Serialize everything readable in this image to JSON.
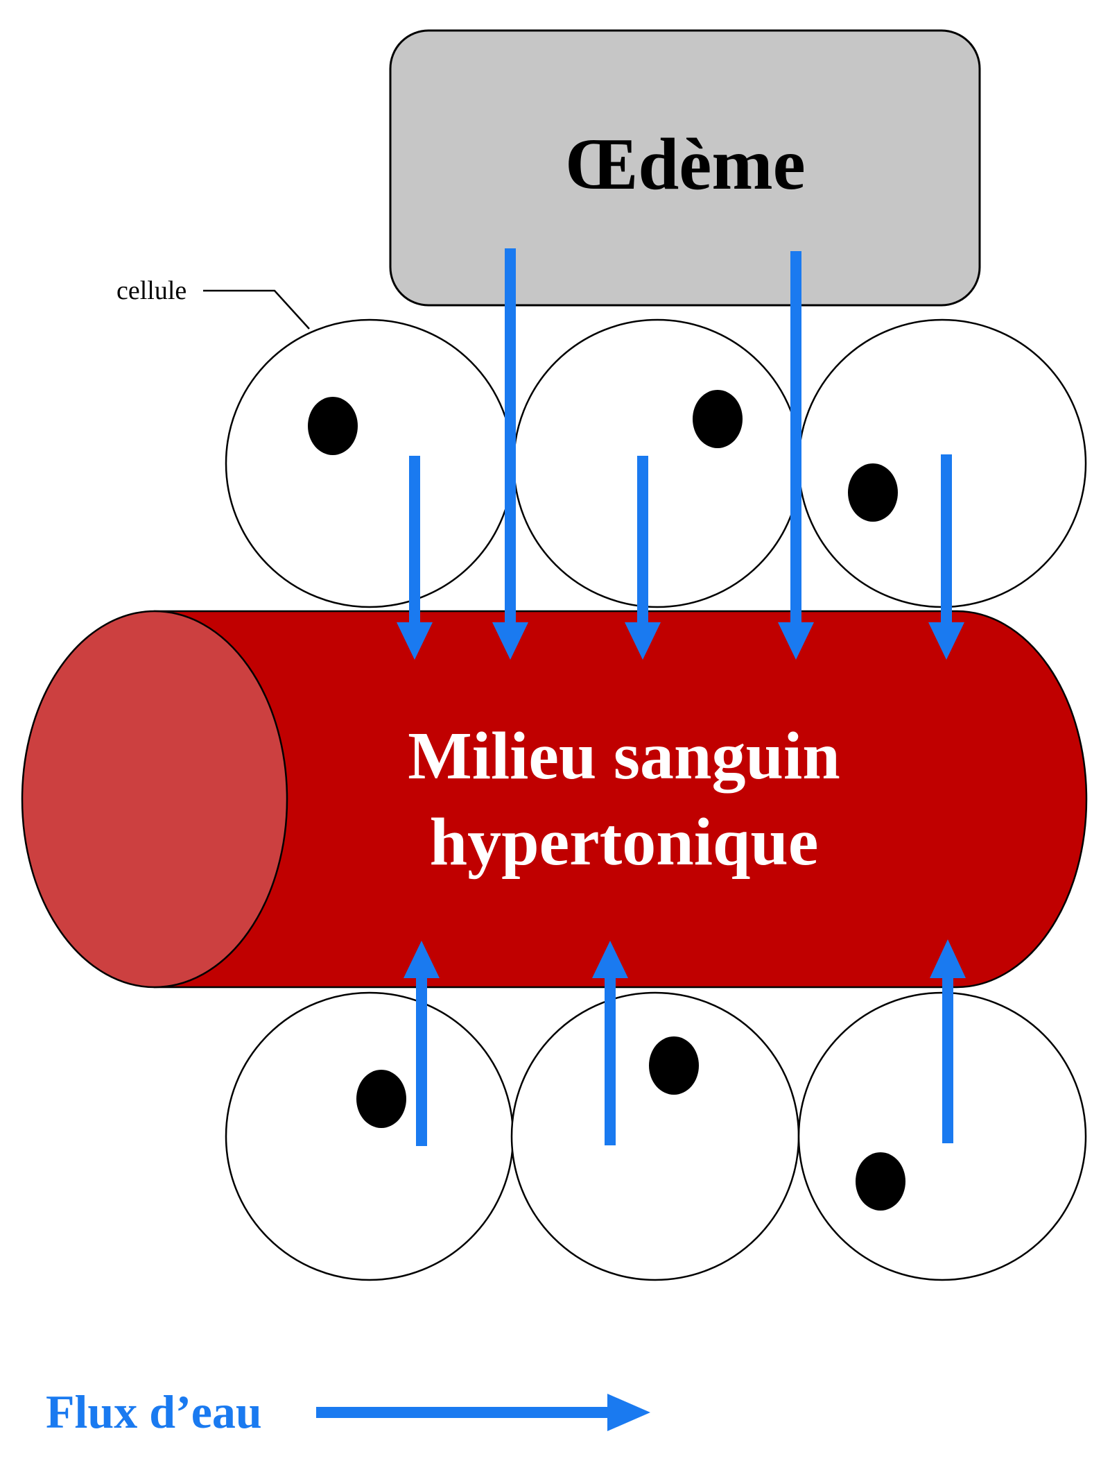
{
  "oedeme_label": "Œdème",
  "cell_label": "cellule",
  "vessel_label": [
    "Milieu sanguin",
    "hypertonique"
  ],
  "legend_label": "Flux d’eau",
  "colors": {
    "vessel_body": "#C00000",
    "vessel_end": "#CC4040",
    "arrow": "#1A7AF0",
    "oedeme_box": "#C6C6C6",
    "nucleus": "#000000"
  },
  "icons": {
    "flow_arrow": "arrow-icon",
    "cell_nucleus": "nucleus-icon"
  }
}
